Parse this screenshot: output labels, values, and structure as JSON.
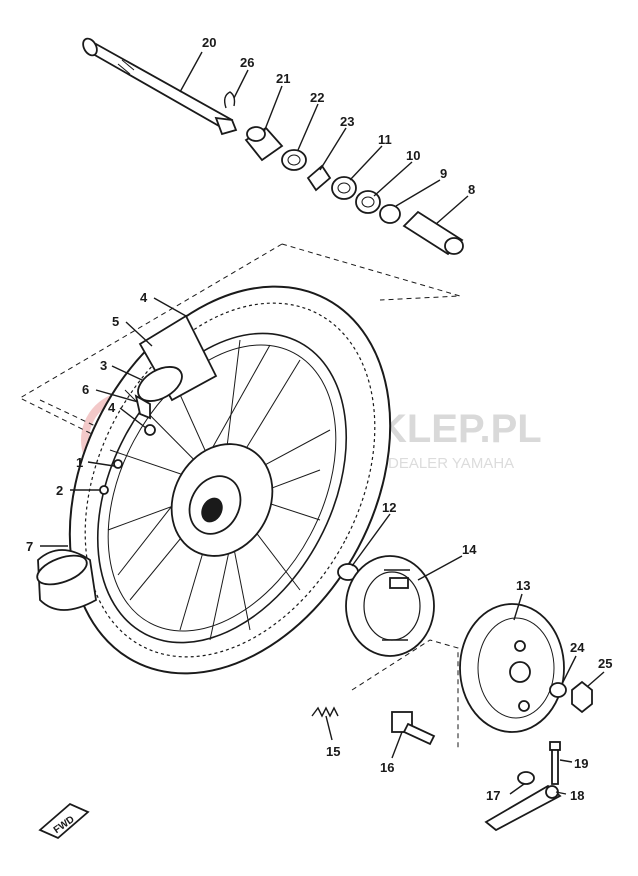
{
  "labels": {
    "p1": "1",
    "p2": "2",
    "p3": "3",
    "p4a": "4",
    "p4b": "4",
    "p5": "5",
    "p6": "6",
    "p7": "7",
    "p8": "8",
    "p9": "9",
    "p10": "10",
    "p11": "11",
    "p12": "12",
    "p13": "13",
    "p14": "14",
    "p15": "15",
    "p16": "16",
    "p17": "17",
    "p18": "18",
    "p19": "19",
    "p20": "20",
    "p21": "21",
    "p22": "22",
    "p23": "23",
    "p24": "24",
    "p25": "25",
    "p26": "26"
  },
  "watermark": {
    "main": "MOTOSKLEP.PL",
    "sub": "DEALER YAMAHA"
  },
  "fwd_mark": "FWD"
}
